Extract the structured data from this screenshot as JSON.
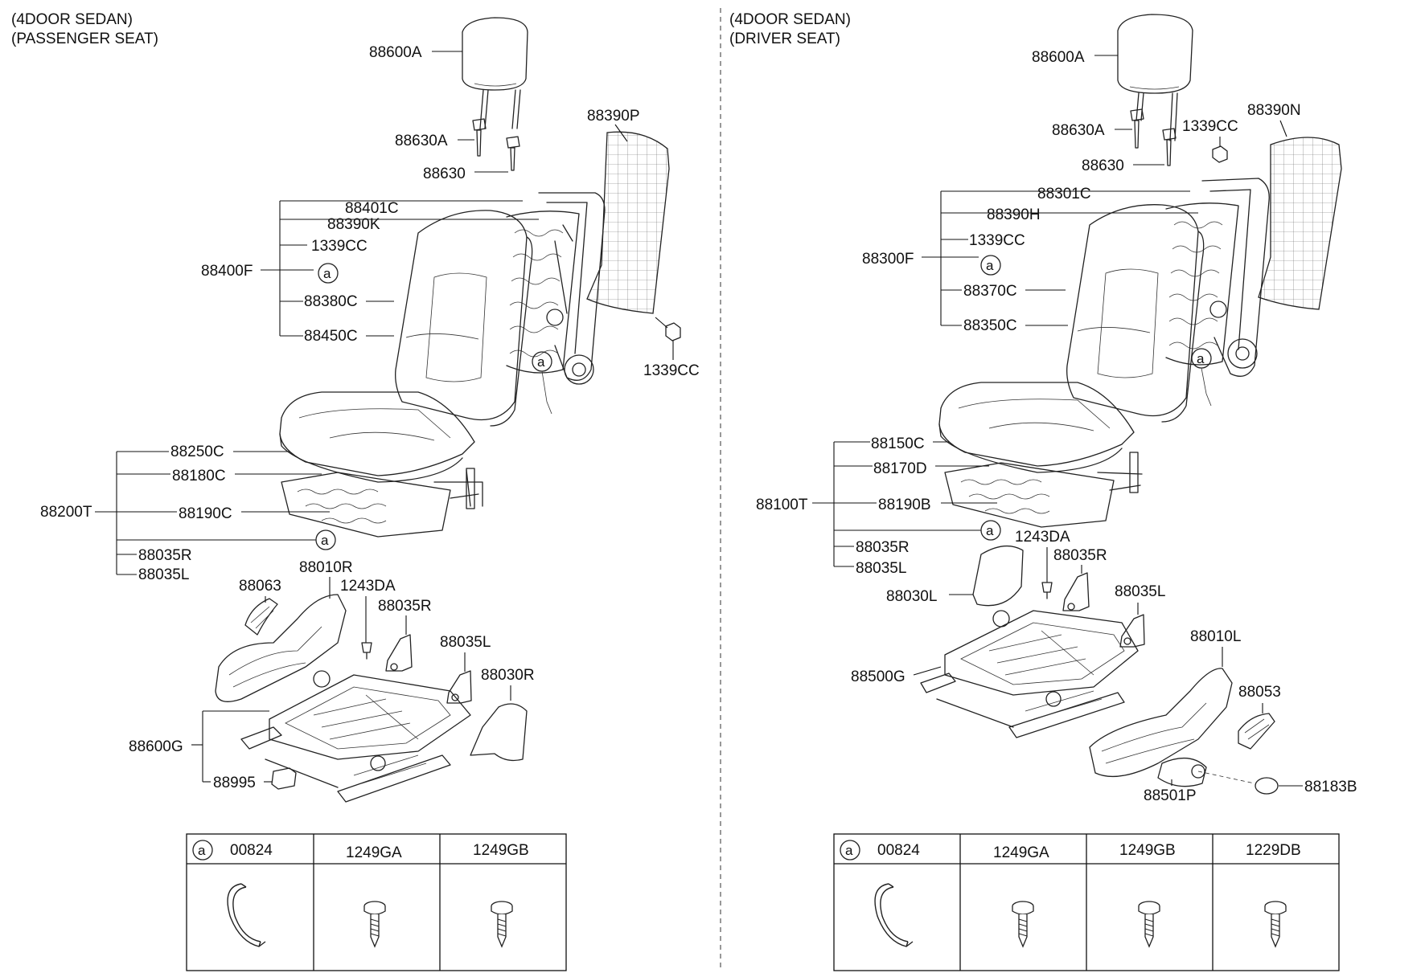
{
  "left": {
    "title_line1": "(4DOOR SEDAN)",
    "title_line2": "(PASSENGER SEAT)",
    "labels": {
      "headrest": "88600A",
      "guide_a": "88630A",
      "guide": "88630",
      "back_board": "88390P",
      "cover": "88401C",
      "wire": "88390K",
      "nut_upper": "1339CC",
      "back_assy": "88400F",
      "circle_a": "a",
      "pad": "88380C",
      "cover2": "88450C",
      "nut_right": "1339CC",
      "cushion_cover": "88250C",
      "cushion_pad": "88180C",
      "cushion_assy": "88200T",
      "cushion_spring": "88190C",
      "circle_a2": "a",
      "bracket_r": "88035R",
      "bracket_l": "88035L",
      "knob": "88063",
      "shield": "88010R",
      "bolt": "1243DA",
      "hinge_r": "88035R",
      "hinge_l": "88035L",
      "cover_r": "88030R",
      "track": "88600G",
      "module": "88995",
      "circle_a3": "a"
    }
  },
  "right": {
    "title_line1": "(4DOOR SEDAN)",
    "title_line2": "(DRIVER SEAT)",
    "labels": {
      "headrest": "88600A",
      "guide_a": "88630A",
      "nut_upper": "1339CC",
      "back_board": "88390N",
      "guide": "88630",
      "cover": "88301C",
      "wire": "88390H",
      "nut_mid": "1339CC",
      "back_assy": "88300F",
      "circle_a": "a",
      "pad": "88370C",
      "cover2": "88350C",
      "cushion_cover": "88150C",
      "cushion_pad": "88170D",
      "cushion_assy": "88100T",
      "cushion_spring": "88190B",
      "circle_a2": "a",
      "bolt": "1243DA",
      "bracket_r": "88035R",
      "bracket_l": "88035L",
      "hinge_r": "88035R",
      "cover_l": "88030L",
      "hinge_l": "88035L",
      "shield": "88010L",
      "track": "88500G",
      "knob": "88053",
      "lever": "88501P",
      "cap": "88183B",
      "circle_a3": "a"
    }
  },
  "table_left": {
    "headers": [
      "00824",
      "1249GA",
      "1249GB"
    ],
    "circle": "a"
  },
  "table_right": {
    "headers": [
      "00824",
      "1249GA",
      "1249GB",
      "1229DB"
    ],
    "circle": "a"
  }
}
